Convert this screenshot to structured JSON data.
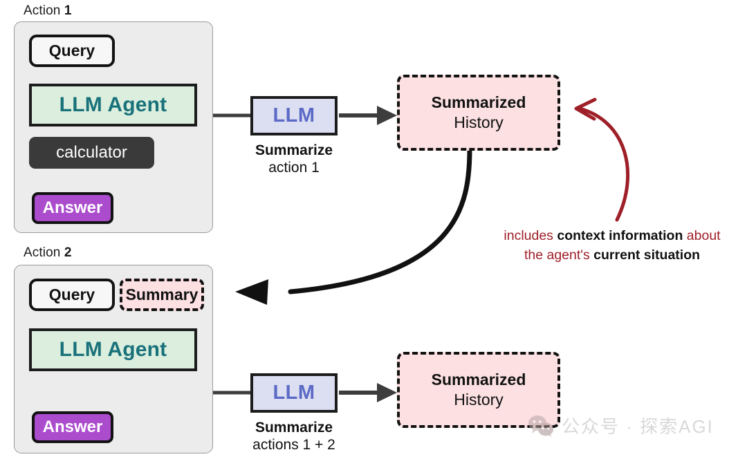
{
  "diagram": {
    "title": "LLM agent action summarization loop",
    "colors": {
      "group_bg": "#ececec",
      "group_border": "#9a9a9a",
      "agent_bg": "#dcefdf",
      "agent_text": "#19717a",
      "llm_bg": "#dcdff2",
      "llm_text": "#5b6ac6",
      "pink_bg": "#fce0e2",
      "answer_bg": "#ab4ccd",
      "calculator_bg": "#3a3a3a",
      "annotation_red": "#9e1f28",
      "arrow_dark": "#3d3d3d",
      "arrow_black": "#111111"
    }
  },
  "action1": {
    "label_prefix": "Action",
    "label_number": "1",
    "query": "Query",
    "agent": "LLM Agent",
    "tool": "calculator",
    "answer": "Answer",
    "llm": "LLM",
    "caption_line1": "Summarize",
    "caption_line2": "action 1",
    "history_line1": "Summarized",
    "history_line2": "History"
  },
  "action2": {
    "label_prefix": "Action",
    "label_number": "2",
    "query": "Query",
    "summary": "Summary",
    "agent": "LLM Agent",
    "answer": "Answer",
    "llm": "LLM",
    "caption_line1": "Summarize",
    "caption_line2": "actions 1 + 2",
    "history_line1": "Summarized",
    "history_line2": "History"
  },
  "annotation": {
    "line1_a": "includes ",
    "line1_b": "context information",
    "line1_c": " about",
    "line2_a": "the agent's ",
    "line2_b": "current situation"
  },
  "watermark": {
    "text": "公众号 · 探索AGI",
    "icon": "wechat-icon"
  }
}
